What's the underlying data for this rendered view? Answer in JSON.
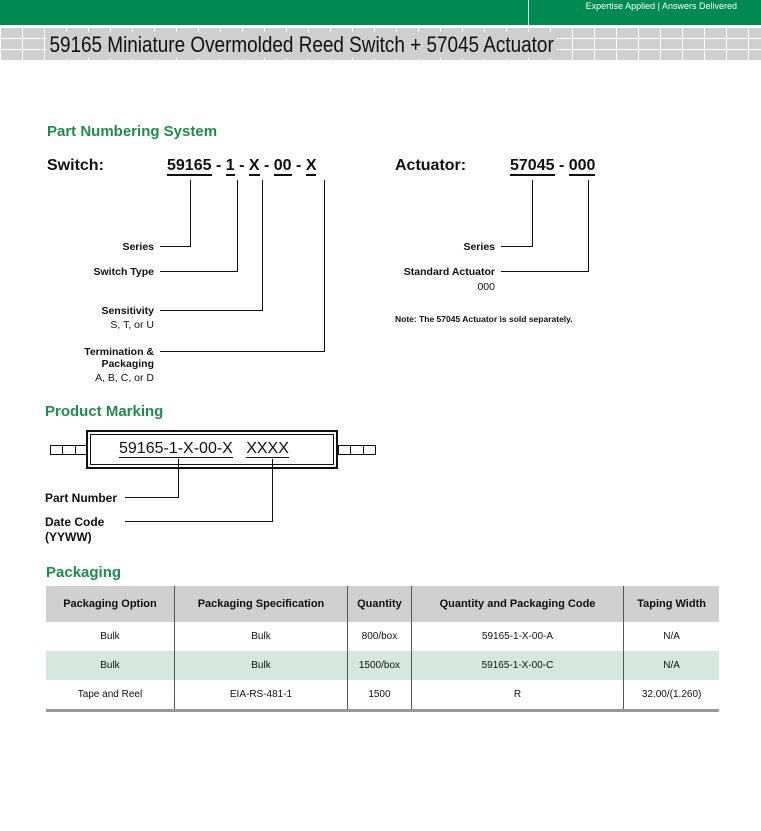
{
  "header": {
    "tagline": "Expertise Applied | Answers Delivered",
    "title": "59165 Miniature Overmolded Reed Switch + 57045 Actuator"
  },
  "part_numbering": {
    "heading": "Part Numbering System",
    "switch_label": "Switch:",
    "switch_parts": [
      "59165",
      "-",
      "1",
      "-",
      "X",
      "-",
      "00",
      "-",
      "X"
    ],
    "switch_labels": [
      {
        "label": "Series"
      },
      {
        "label": "Switch Type"
      },
      {
        "label": "Sensitivity",
        "sub": "S, T, or U"
      },
      {
        "label": "Termination & Packaging",
        "sub": "A, B, C, or D"
      }
    ],
    "actuator_label": "Actuator:",
    "actuator_parts": [
      "57045",
      "-",
      "000"
    ],
    "actuator_labels": [
      {
        "label": "Series"
      },
      {
        "label": "Standard Actuator",
        "sub": "000"
      }
    ],
    "note": "Note: The 57045 Actuator is sold separately."
  },
  "marking": {
    "heading": "Product Marking",
    "part": "59165-1-X-00-X",
    "date": "XXXX",
    "part_label": "Part Number",
    "date_label": "Date Code",
    "date_sub": "(YYWW)"
  },
  "packaging": {
    "heading": "Packaging",
    "columns": [
      "Packaging Option",
      "Packaging Specification",
      "Quantity",
      "Quantity and Packaging Code",
      "Taping Width"
    ],
    "rows": [
      [
        "Bulk",
        "Bulk",
        "800/box",
        "59165-1-X-00-A",
        "N/A"
      ],
      [
        "Bulk",
        "Bulk",
        "1500/box",
        "59165-1-X-00-C",
        "N/A"
      ],
      [
        "Tape and Reel",
        "EIA-RS-481-1",
        "1500",
        "R",
        "32.00/(1.260)"
      ]
    ]
  }
}
